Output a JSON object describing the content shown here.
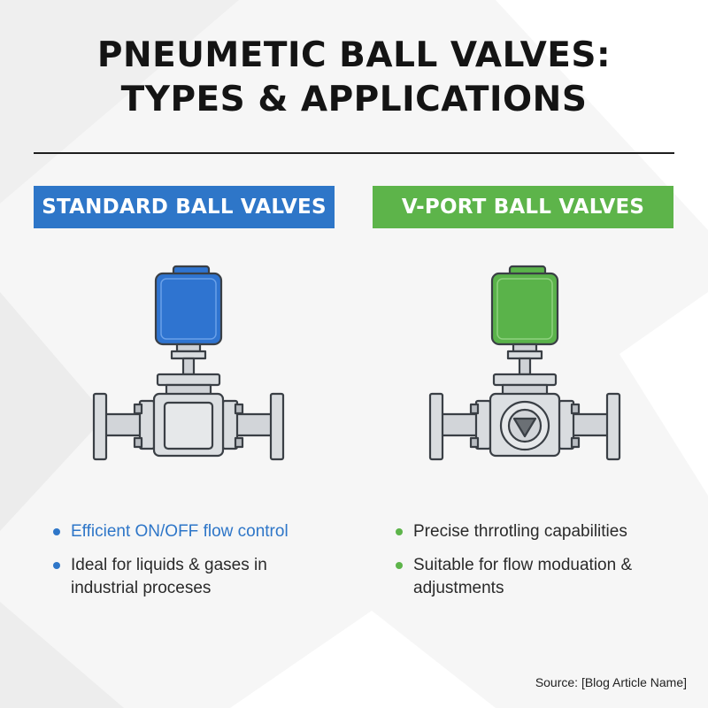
{
  "title": {
    "line1": "PNEUMETIC BALL VALVES:",
    "line2": "TYPES & APPLICATIONS"
  },
  "colors": {
    "standard": "#2e76c8",
    "vport": "#5db44a",
    "highlight_text": "#2e76c8",
    "actuator_blue": "#2f74d0",
    "actuator_green": "#5ab34a"
  },
  "standard": {
    "heading": "STANDARD BALL VALVES",
    "bullets": [
      "Efficient ON/OFF flow control",
      "Ideal for liquids & gases in industrial proceses"
    ]
  },
  "vport": {
    "heading": "V-PORT BALL VALVES",
    "bullets": [
      "Precise thrrotling capabilities",
      "Suitable for flow moduation & adjustments"
    ]
  },
  "source": "Source: [Blog Article Name]"
}
